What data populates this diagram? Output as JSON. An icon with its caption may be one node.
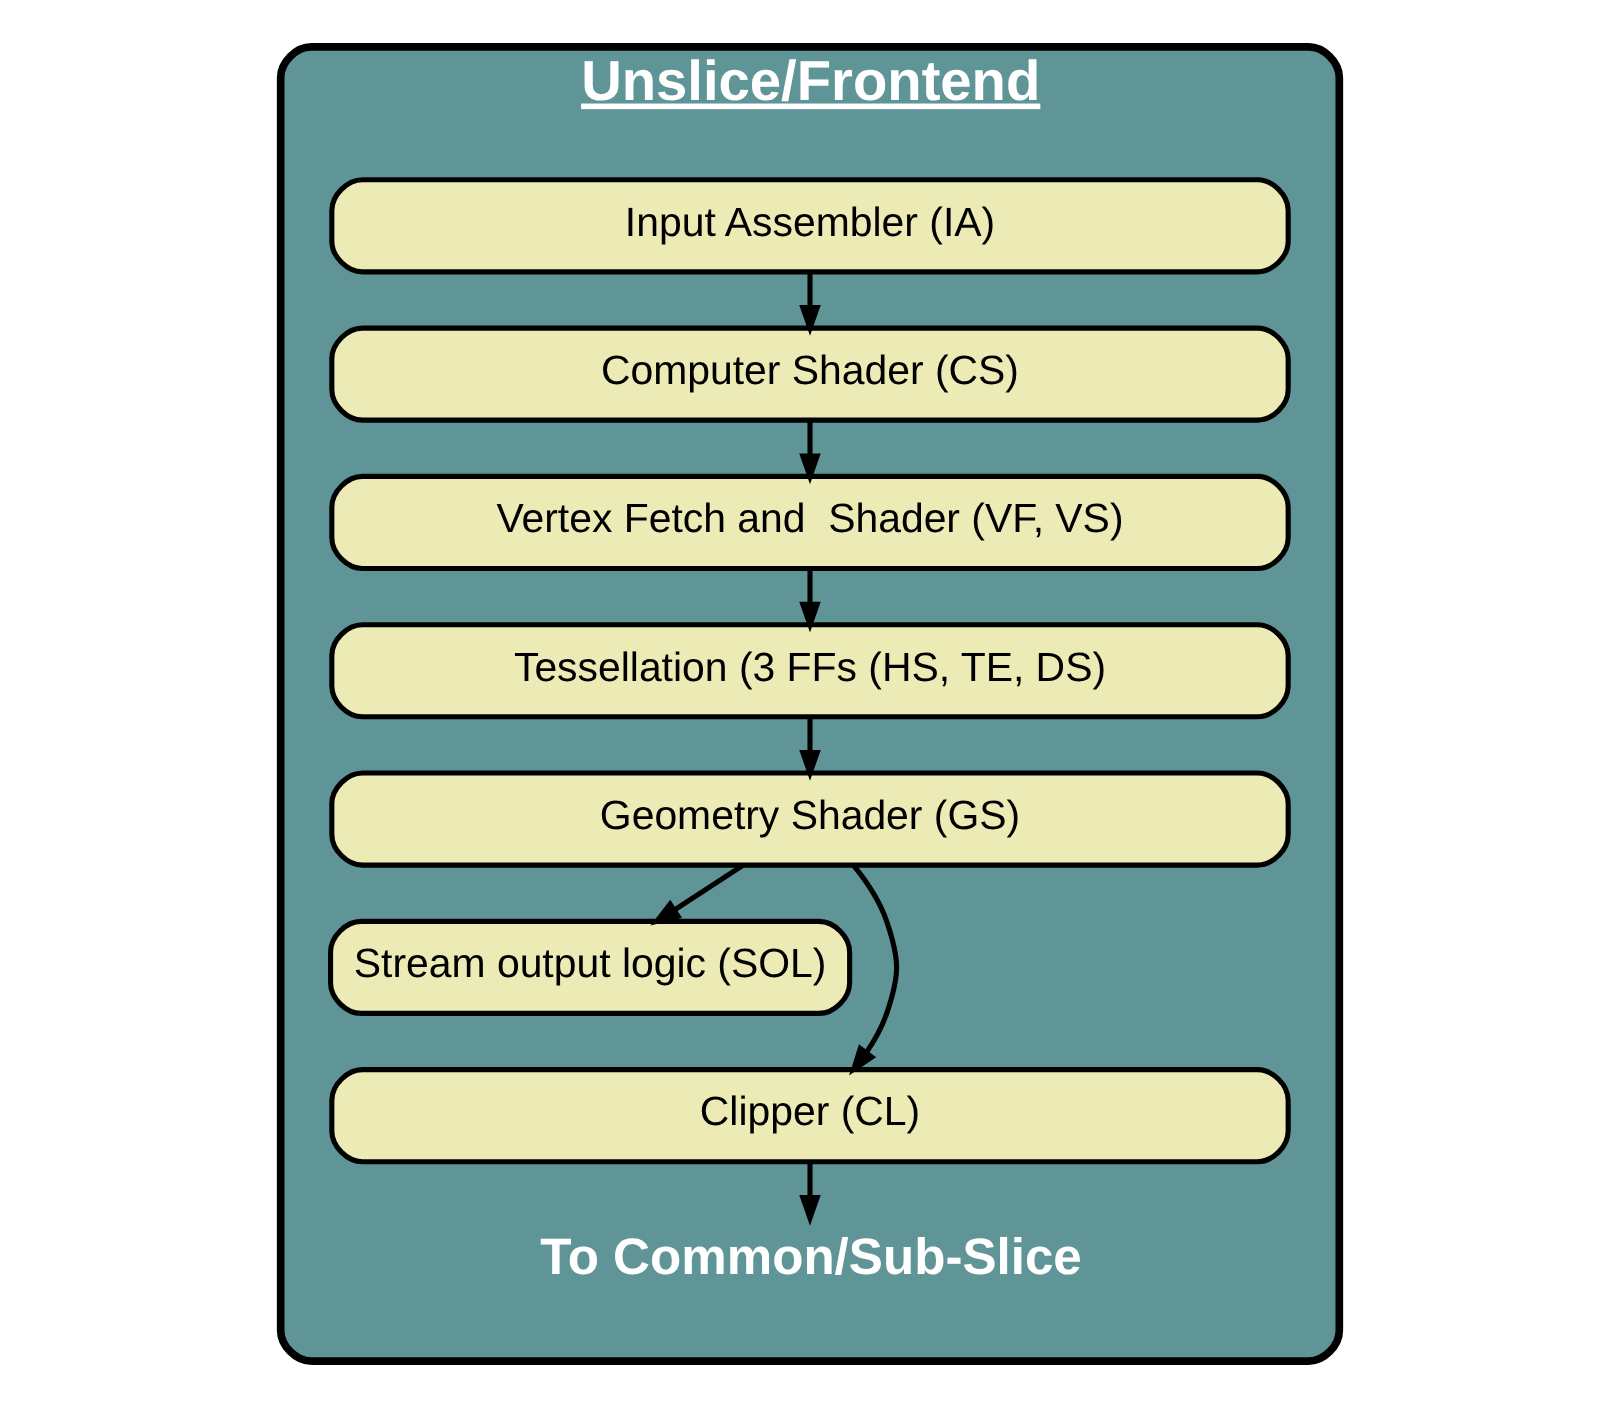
{
  "diagram": {
    "nodes": [
      {
        "text": [
          "Unslice/Frontend"
        ]
      },
      {
        "text": [
          "Input Assembler (IA)"
        ],
        "in": 0
      },
      {
        "text": [
          "Computer Shader (CS)"
        ],
        "in": 0
      },
      {
        "text": [
          "Vertex Fetch and  Shader (VF, VS)"
        ],
        "in": 0
      },
      {
        "text": [
          "Tessellation (3 FFs (HS, TE, DS)"
        ],
        "in": 0
      },
      {
        "text": [
          "Geometry Shader (GS)"
        ],
        "in": 0
      },
      {
        "text": [
          "Stream output logic (SOL)"
        ],
        "in": 0
      },
      {
        "text": [
          "Clipper (CL)"
        ],
        "in": 0
      },
      {
        "text": [
          "To Common/Sub-Slice"
        ],
        "in": 0
      }
    ],
    "edges": [
      {
        "from": 1,
        "to": 2,
        "arrow": "to"
      },
      {
        "from": 2,
        "to": 3,
        "arrow": "to"
      },
      {
        "from": 3,
        "to": 4,
        "arrow": "to"
      },
      {
        "from": 4,
        "to": 5,
        "arrow": "to"
      },
      {
        "from": 5,
        "to": 6,
        "arrow": "to"
      },
      {
        "from": 5,
        "to": 7,
        "arrow": "to"
      },
      {
        "from": 7,
        "to": 8,
        "arrow": "to"
      }
    ]
  }
}
